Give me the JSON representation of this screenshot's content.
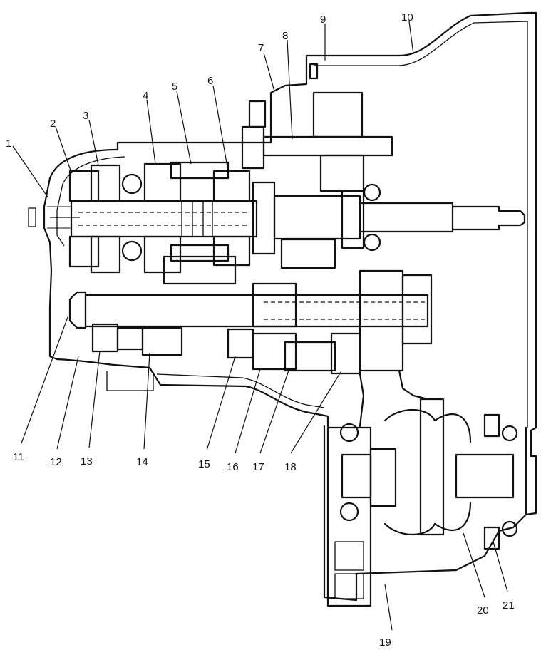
{
  "diagram": {
    "stroke_color": "#111111",
    "background": "#ffffff",
    "callouts": [
      {
        "id": "1",
        "text": "1"
      },
      {
        "id": "2",
        "text": "2"
      },
      {
        "id": "3",
        "text": "3"
      },
      {
        "id": "4",
        "text": "4"
      },
      {
        "id": "5",
        "text": "5"
      },
      {
        "id": "6",
        "text": "6"
      },
      {
        "id": "7",
        "text": "7"
      },
      {
        "id": "8",
        "text": "8"
      },
      {
        "id": "9",
        "text": "9"
      },
      {
        "id": "10",
        "text": "10"
      },
      {
        "id": "11",
        "text": "11"
      },
      {
        "id": "12",
        "text": "12"
      },
      {
        "id": "13",
        "text": "13"
      },
      {
        "id": "14",
        "text": "14"
      },
      {
        "id": "15",
        "text": "15"
      },
      {
        "id": "16",
        "text": "16"
      },
      {
        "id": "17",
        "text": "17"
      },
      {
        "id": "18",
        "text": "18"
      },
      {
        "id": "19",
        "text": "19"
      },
      {
        "id": "20",
        "text": "20"
      },
      {
        "id": "21",
        "text": "21"
      }
    ]
  }
}
